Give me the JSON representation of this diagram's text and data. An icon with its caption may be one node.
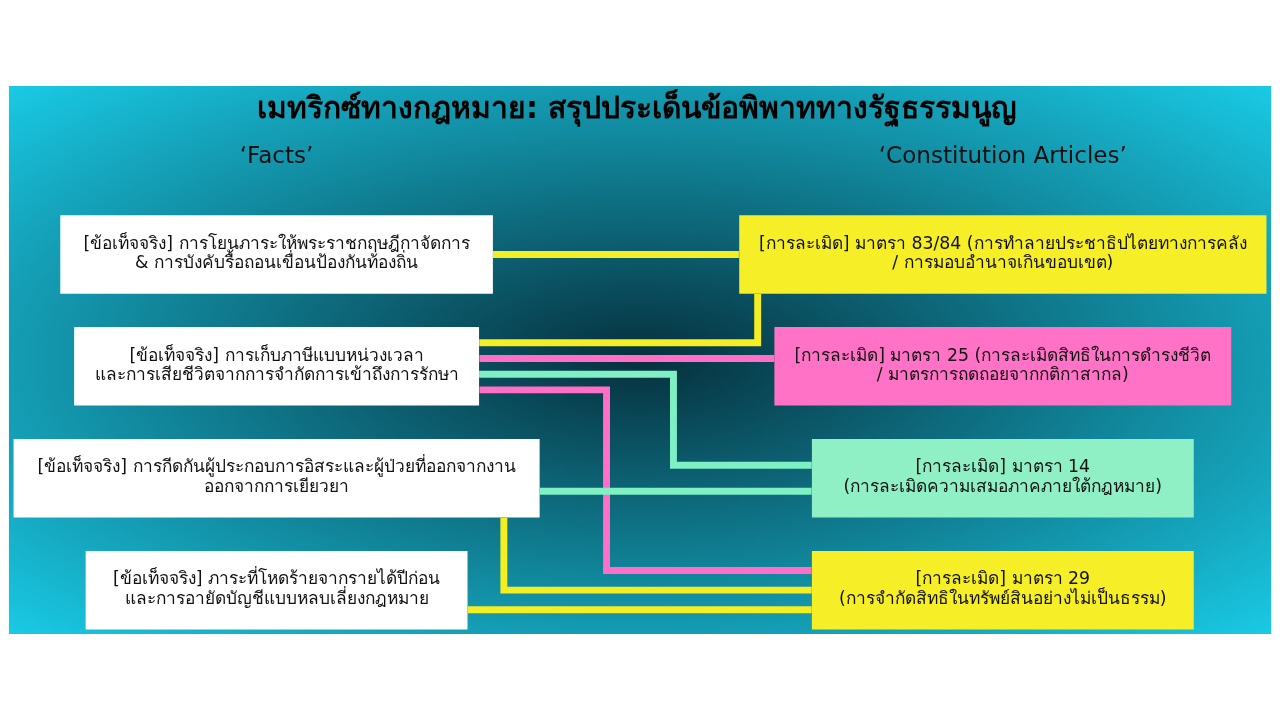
{
  "diagram": {
    "title": "เมทริกซ์ทางกฎหมาย: สรุปประเด็นข้อพิพาททางรัฐธรรมนูญ",
    "nodes": [
      {
        "text": [
          "[ข้อเท็จจริง] การโยนภาระให้พระราชกฤษฎีกาจัดการ & การบังคับรื้อถอนเขื่อนป้องกันท้องถิ่น"
        ]
      },
      {
        "text": [
          "[ข้อเท็จจริง] การเก็บภาษีแบบหน่วงเวลา และการเสียชีวิตจากการจำกัดการเข้าถึงการรักษา"
        ]
      },
      {
        "text": [
          "[ข้อเท็จจริง] การกีดกันผู้ประกอบการอิสระและผู้ป่วยที่ออกจากงาน ออกจากการเยียวยา"
        ]
      },
      {
        "text": [
          "[ข้อเท็จจริง] ภาระที่โหดร้ายจากรายได้ปีก่อน และการอายัดบัญชีแบบหลบเลี่ยงกฎหมาย"
        ]
      },
      {
        "text": [
          "[การละเมิด] มาตรา 83/84 (การทำลายประชาธิปไตยทางการคลัง / การมอบอำนาจเกินขอบเขต)"
        ]
      },
      {
        "text": [
          "[การละเมิด] มาตรา 25 (การละเมิดสิทธิในการดำรงชีวิต / มาตรการถดถอยจากกติกาสากล)"
        ]
      },
      {
        "text": [
          "[การละเมิด] มาตรา 14 (การละเมิดความเสมอภาคภายใต้กฎหมาย)"
        ]
      },
      {
        "text": [
          "[การละเมิด] มาตรา 29 (การจำกัดสิทธิในทรัพย์สินอย่างไม่เป็นธรรม)"
        ]
      }
    ],
    "edges": [
      {
        "from": 0,
        "to": 4,
        "arrow": "none"
      },
      {
        "from": 1,
        "to": 4,
        "arrow": "none"
      },
      {
        "from": 1,
        "to": 5,
        "arrow": "none",
        "color": "#ff6ec7"
      },
      {
        "from": 1,
        "to": 6,
        "arrow": "none",
        "color": "#7ff0c4"
      },
      {
        "from": 1,
        "to": 7,
        "arrow": "none",
        "color": "#ff6ec7"
      },
      {
        "from": 2,
        "to": 6,
        "arrow": "none",
        "color": "#7ff0c4"
      },
      {
        "from": 2,
        "to": 7,
        "arrow": "none"
      },
      {
        "from": 3,
        "to": 7,
        "arrow": "none"
      }
    ],
    "labels": [
      "‘Facts’",
      "‘Constitution Articles’"
    ]
  }
}
